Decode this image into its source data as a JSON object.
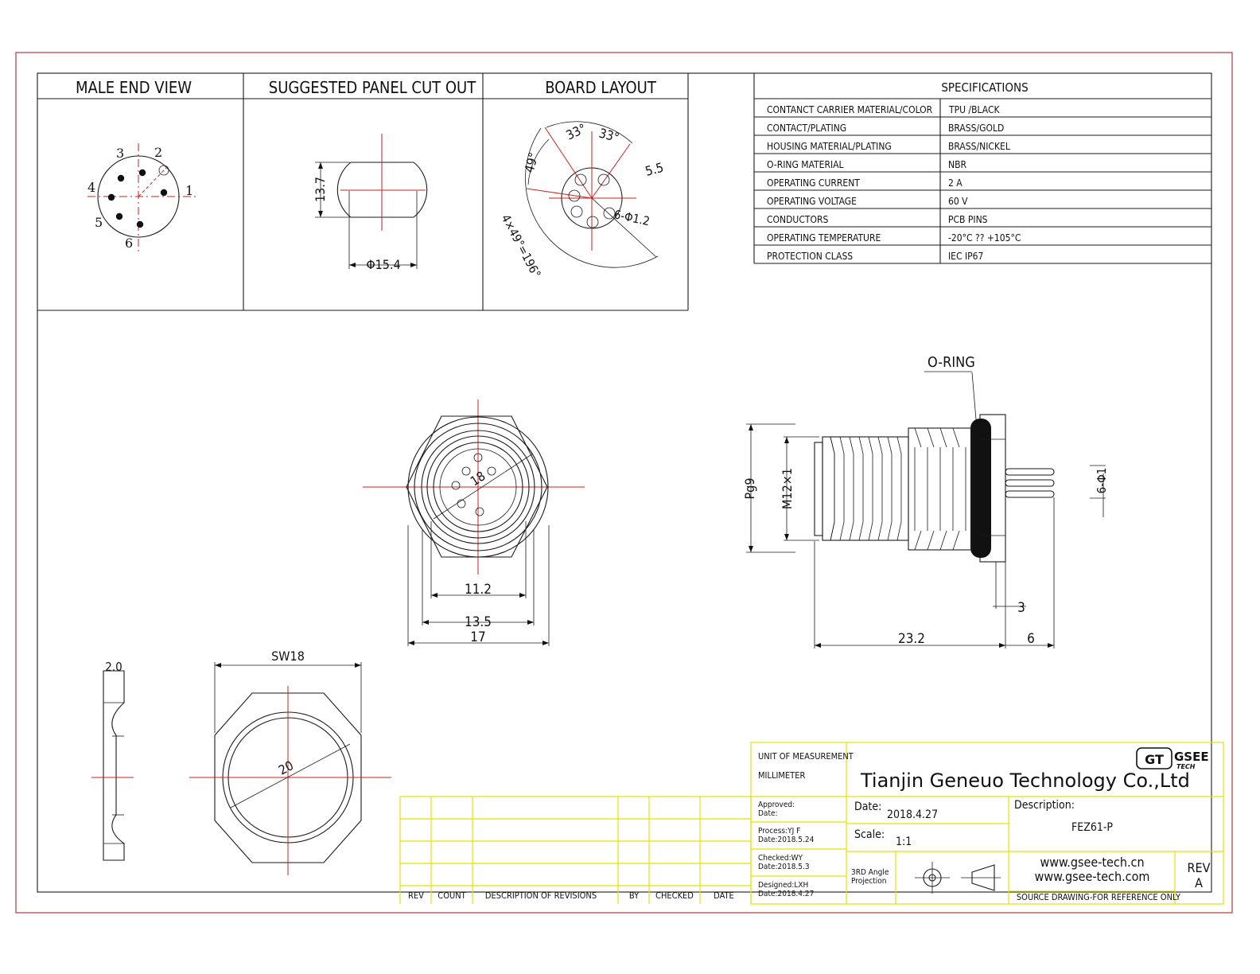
{
  "views": {
    "male_end_view": "MALE END VIEW",
    "panel_cut_out": "SUGGESTED PANEL CUT OUT",
    "board_layout": "BOARD  LAYOUT"
  },
  "pin_labels": [
    "1",
    "2",
    "3",
    "4",
    "5",
    "6"
  ],
  "dims": {
    "cut_h": "13.7",
    "cut_d": "Φ15.4",
    "ang_a": "33°",
    "ang_b": "33°",
    "ang_c": "49°",
    "ang_arc": "4×49°=196°",
    "pcd": "5.5",
    "hole": "6-Φ1.2",
    "front_inner": "18",
    "front_112": "11.2",
    "front_135": "13.5",
    "front_17": "17",
    "nut_sw": "SW18",
    "nut_thk": "2.0",
    "nut_d": "20",
    "side_pg": "Pg9",
    "side_m12": "M12×1",
    "side_pin": "6-Φ1",
    "side_3": "3",
    "side_232": "23.2",
    "side_6": "6",
    "oring": "O-RING"
  },
  "specifications": {
    "title": "SPECIFICATIONS",
    "rows": [
      {
        "label": "CONTANCT CARRIER MATERIAL/COLOR",
        "value": "TPU /BLACK"
      },
      {
        "label": "CONTACT/PLATING",
        "value": "BRASS/GOLD"
      },
      {
        "label": "HOUSING MATERIAL/PLATING",
        "value": "BRASS/NICKEL"
      },
      {
        "label": "O-RING  MATERIAL",
        "value": "NBR"
      },
      {
        "label": "OPERATING CURRENT",
        "value": "2 A"
      },
      {
        "label": "OPERATING VOLTAGE",
        "value": "60 V"
      },
      {
        "label": "CONDUCTORS",
        "value": "PCB PINS"
      },
      {
        "label": "OPERATING TEMPERATURE",
        "value": "-20°C ?? +105°C"
      },
      {
        "label": "PROTECTION CLASS",
        "value": "IEC   IP67"
      }
    ]
  },
  "revisions": {
    "headers": [
      "REV",
      "COUNT",
      "DESCRIPTION  OF  REVISIONS",
      "BY",
      "CHECKED",
      "DATE"
    ]
  },
  "title_block": {
    "unit_label": "UNIT OF MEASUREMENT",
    "unit_value": "MILLIMETER",
    "company": "Tianjin Geneuo Technology Co.,Ltd",
    "logo_mark": "GT",
    "logo_word": "GSEE",
    "logo_sub": "TECH",
    "approved_1": "Approved:",
    "approved_2": "Date:",
    "process_1": "Process:YJ F",
    "process_2": "Date:2018.5.24",
    "checked_1": "Checked:WY",
    "checked_2": "Date:2018.5.3",
    "designed_1": "Designed:LXH",
    "designed_2": "Date:2018.4.27",
    "date_label": "Date:",
    "date_value": "2018.4.27",
    "scale_label": "Scale:",
    "scale_value": "1:1",
    "description_label": "Description:",
    "description_value": "FEZ61-P",
    "projection_1": "3RD Angle",
    "projection_2": "Projection",
    "web_1": "www.gsee-tech.cn",
    "web_2": "www.gsee-tech.com",
    "rev_label": "REV",
    "rev_value": "A",
    "note": "SOURCE DRAWING-FOR REFERENCE ONLY"
  }
}
